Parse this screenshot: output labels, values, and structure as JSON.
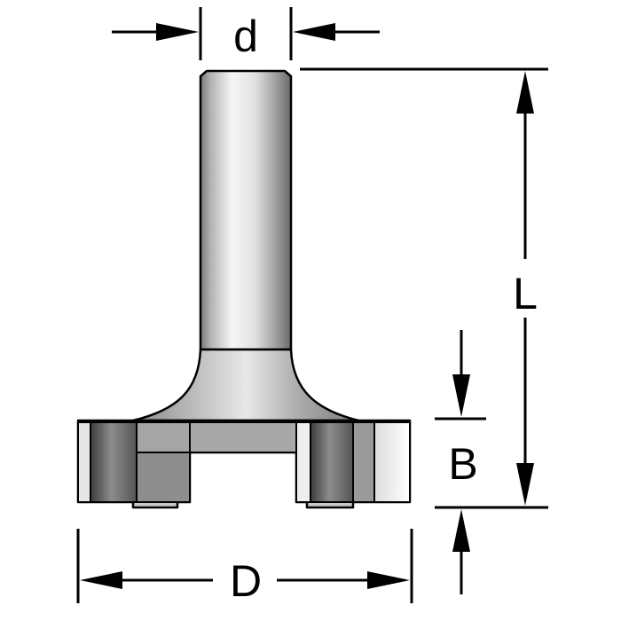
{
  "diagram": {
    "labels": {
      "shank_diameter": "d",
      "overall_length": "L",
      "cutting_height": "B",
      "cutting_diameter": "D"
    },
    "colors": {
      "outline": "#000000",
      "background": "#ffffff",
      "metal_light": "#f4f4f4",
      "metal_mid": "#bfbfbf",
      "metal_dark": "#6e6e6e",
      "carbide_dark": "#4a4a4a"
    }
  }
}
